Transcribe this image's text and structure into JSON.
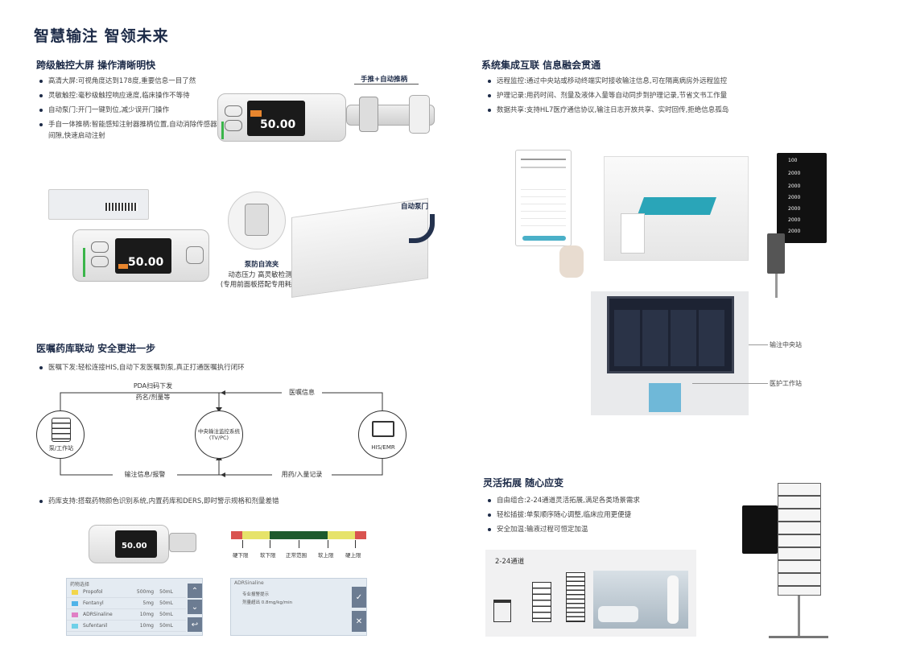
{
  "main_title": "智慧输注 智领未来",
  "s1": {
    "title": "跨级触控大屏 操作清晰明快",
    "bullets": [
      "高清大屏:可视角度达到178度,重要信息一目了然",
      "灵敏触控:毫秒级触控响应速度,临床操作不等待",
      "自动泵门:开门一键到位,减少误开门操作",
      "手自一体推柄:智能感知注射器推柄位置,自动消除传感器间隙,快速启动注射"
    ],
    "label_handle": "手推+自动推柄",
    "label_door": "自动泵门",
    "clamp_title": "泵防自流夹",
    "clamp_line1": "动态压力 高灵敏检测",
    "clamp_line2": "(专用前面板搭配专用耗材)",
    "screen_value": "50.00"
  },
  "s2": {
    "title": "系统集成互联 信息融会贯通",
    "bullets": [
      "远程监控:通过中央站或移动终端实时接收输注信息,可在隔离病房外远程监控",
      "护理记录:用药时间、剂量及液体入量等自动同步到护理记录,节省文书工作量",
      "数据共享:支持HL7医疗通信协议,输注日志开放共享、实时回传,拒绝信息孤岛"
    ],
    "label_central": "输注中央站",
    "label_nurse": "医护工作站",
    "rack_values": [
      "100",
      "2000",
      "2000",
      "2000",
      "2000",
      "2000",
      "2000"
    ]
  },
  "s3": {
    "title": "医嘱药库联动 安全更进一步",
    "bullet1": "医嘱下发:轻松连接HIS,自动下发医嘱到泵,真正打通医嘱执行闭环",
    "bullet2": "药库支持:搭载药物颜色识别系统,内置药库和DERS,即时警示规格和剂量差错",
    "flow": {
      "node_left": "泵/工作站",
      "node_center_1": "中央输注监控系统",
      "node_center_2": "(TV/PC)",
      "node_right": "HIS/EMR",
      "top_left_1": "PDA扫码下发",
      "top_left_2": "药名/剂量等",
      "top_right": "医嘱信息",
      "bottom_left": "输注信息/报警",
      "bottom_right": "用药/入量记录"
    },
    "limit_labels": [
      "硬下限",
      "软下限",
      "正常范围",
      "软上限",
      "硬上限"
    ],
    "colors": {
      "red": "#d9534f",
      "yellow": "#e6e36a",
      "green": "#1e5a2d"
    },
    "drug_panel_title": "药物选择",
    "drugs": [
      {
        "name": "Propofol",
        "dose": "500mg",
        "vol": "50mL",
        "color": "#f2d64b"
      },
      {
        "name": "Fentanyl",
        "dose": "5mg",
        "vol": "50mL",
        "color": "#4fb3e8"
      },
      {
        "name": "ADRSinaline",
        "dose": "10mg",
        "vol": "50mL",
        "color": "#e07fc5"
      },
      {
        "name": "Sufentanil",
        "dose": "10mg",
        "vol": "50mL",
        "color": "#6fd0e8"
      }
    ],
    "alert_panel_title": "ADRSinaline",
    "alert_line1": "专业报警提示",
    "alert_line2": "剂量超出 0.8mg/kg/min",
    "screen_value": "50.00"
  },
  "s4": {
    "title": "灵活拓展 随心应变",
    "bullets": [
      "自由组合:2-24通道灵活拓展,满足各类场景需求",
      "轻松插拔:单泵顺序随心调整,临床应用更便捷",
      "安全加温:输液过程可恒定加温"
    ],
    "channels_label": "2-24通道"
  }
}
